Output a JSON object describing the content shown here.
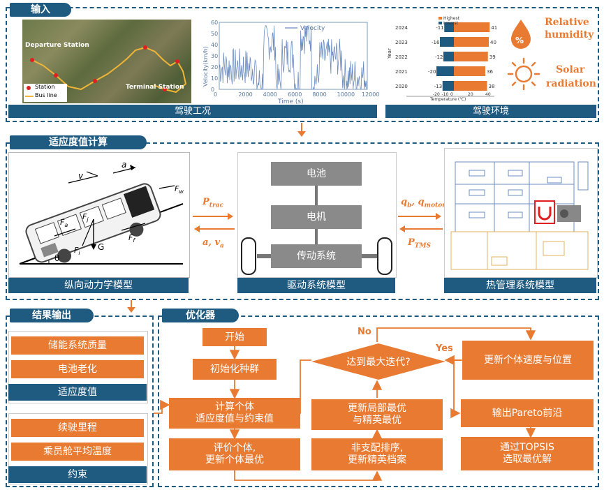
{
  "sections": {
    "input": "输入",
    "fitness": "适应度值计算",
    "result": "结果输出",
    "optimizer": "优化器"
  },
  "input": {
    "map_caption": "驾驶工况",
    "env_caption": "驾驶环境",
    "map_departure": "Departure Station",
    "map_terminal": "Terminal Station",
    "legend_station": "Station",
    "legend_line": "Bus line",
    "velocity_legend": "Velocity",
    "velocity_ylabel": "Velocity(km/h)",
    "velocity_xlabel": "Time (s)",
    "velocity_xticks": [
      "0",
      "2000",
      "4000",
      "6000",
      "8000",
      "10000",
      "12000"
    ],
    "velocity_yticks": [
      "0",
      "10",
      "20",
      "30",
      "40",
      "50",
      "60"
    ],
    "temp_legend_high": "Highest",
    "temp_legend_low": "Lowest",
    "temp_ylabel": "Year",
    "temp_xlabel": "Temperature (℃)",
    "temp_xticks": [
      "-20",
      "-10",
      "0",
      "20",
      "40"
    ],
    "humidity_label_1": "Relative",
    "humidity_label_2": "humidity",
    "solar_label_1": "Solar",
    "solar_label_2": "radiation"
  },
  "temp_chart": {
    "years": [
      "2024",
      "2023",
      "2022",
      "2021",
      "2020"
    ],
    "lowest": [
      -11,
      -16,
      -12,
      -20,
      -13
    ],
    "highest": [
      41,
      40,
      39,
      36,
      38
    ]
  },
  "models": {
    "longitudinal": "纵向动力学模型",
    "drive": "驱动系统模型",
    "thermal": "热管理系统模型",
    "battery": "电池",
    "motor": "电机",
    "transmission": "传动系统",
    "p_trac": "P",
    "p_trac_sub": "trac",
    "a_va": "a, v",
    "a_va_sub": "a",
    "qb_qmotor": "q",
    "qb_sub": "b",
    "qmotor_sep": ", q",
    "qmotor_sub": "motor",
    "ptms": "P",
    "ptms_sub": "TMS",
    "force_v": "v",
    "force_a": "a",
    "force_fw": "F",
    "force_fw_sub": "w",
    "force_fa": "F",
    "force_fa_sub": "a",
    "force_fj": "F",
    "force_fj_sub": "j",
    "force_ff": "F",
    "force_ff_sub": "f",
    "force_fi": "F",
    "force_fi_sub": "i",
    "force_g": "G",
    "theta": "θ"
  },
  "result": {
    "mass": "储能系统质量",
    "aging": "电池老化",
    "fitness_label": "适应度值",
    "range": "续驶里程",
    "cabin_temp": "乘员舱平均温度",
    "constraint_label": "约束"
  },
  "optimizer": {
    "start": "开始",
    "init": "初始化种群",
    "calc_line1": "计算个体",
    "calc_line2": "适应度值与约束值",
    "eval_line1": "评价个体,",
    "eval_line2": "更新个体最优",
    "nondom_line1": "非支配排序,",
    "nondom_line2": "更新精英档案",
    "local_line1": "更新局部最优",
    "local_line2": "与精英最优",
    "max_iter": "达到最大迭代?",
    "no": "No",
    "yes": "Yes",
    "update_vel": "更新个体速度与位置",
    "pareto": "输出Pareto前沿",
    "topsis_line1": "通过TOPSIS",
    "topsis_line2": "选取最优解"
  }
}
